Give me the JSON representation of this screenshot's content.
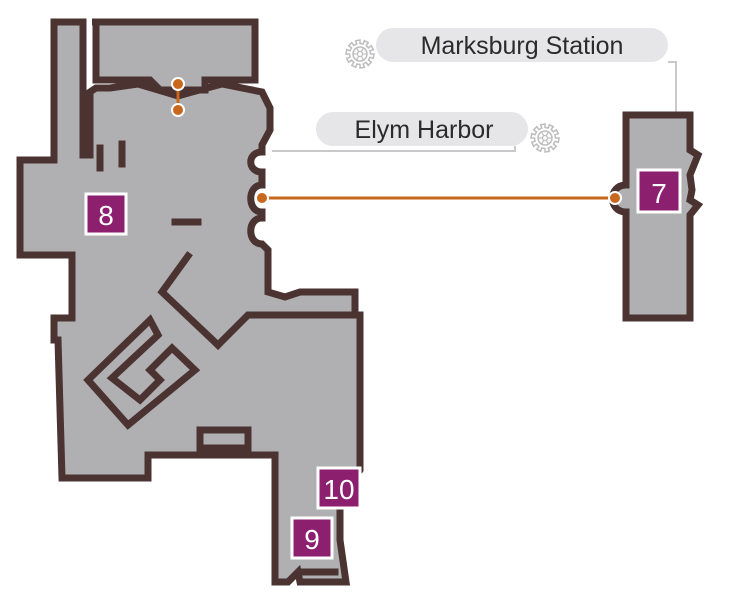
{
  "map": {
    "colors": {
      "floor": "#b0b0b2",
      "wall": "#4a3331",
      "route": "#c8671e",
      "badge": "#8d1f6f",
      "badge_text": "#ffffff",
      "pill": "#e6e6e8",
      "pill_text": "#2b2b2b",
      "leader": "#c9c9cb",
      "gear": "#bdbdbf"
    },
    "stations": [
      {
        "id": "marksburg",
        "label": "Marksburg Station",
        "icon": "gear-icon"
      },
      {
        "id": "elym",
        "label": "Elym Harbor",
        "icon": "gear-icon"
      }
    ],
    "areas": [
      {
        "id": "8",
        "label": "8"
      },
      {
        "id": "7",
        "label": "7"
      },
      {
        "id": "10",
        "label": "10"
      },
      {
        "id": "9",
        "label": "9"
      }
    ]
  }
}
